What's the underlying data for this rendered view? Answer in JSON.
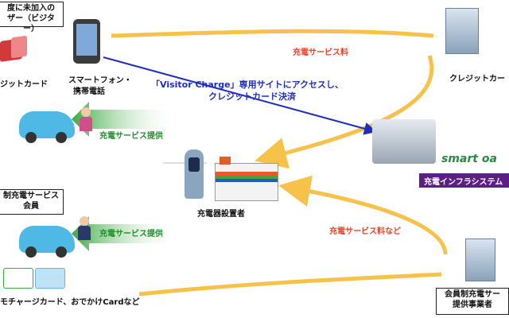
{
  "nodes": {
    "visitor_user": {
      "line1": "度に未加入の",
      "line2": "ザー（ビジター）"
    },
    "credit_card_user": "ジットカード",
    "smartphone": {
      "line1": "スマートフォン・",
      "line2": "携帯電話"
    },
    "credit_company": "クレジットカー",
    "charger_site": "充電器設置者",
    "smart_oasis_logo": "smart oa",
    "infra_system": "充電インフラシステム",
    "member_user": {
      "line1": "制充電サービス",
      "line2": "会員"
    },
    "member_cards": "モチャージカード、おでかけCardなど",
    "member_operator": {
      "line1": "会員制充電サー",
      "line2": "提供事業者"
    }
  },
  "flows": {
    "fee": "充電サービス料",
    "visitor_site": {
      "line1": "「Visitor Charge」専用サイトにアクセスし、",
      "line2": "クレジットカード決済"
    },
    "service_visitor": "充電サービス提供",
    "service_member": "充電サービス提供",
    "fee_etc": "充電サービス料など"
  },
  "colors": {
    "orange_flow": "#f7c24a",
    "blue_flow": "#1e2fbf",
    "green_flow": "#3aa83f",
    "label_orange": "#e8452a",
    "purple_bar": "#5b1f86"
  }
}
